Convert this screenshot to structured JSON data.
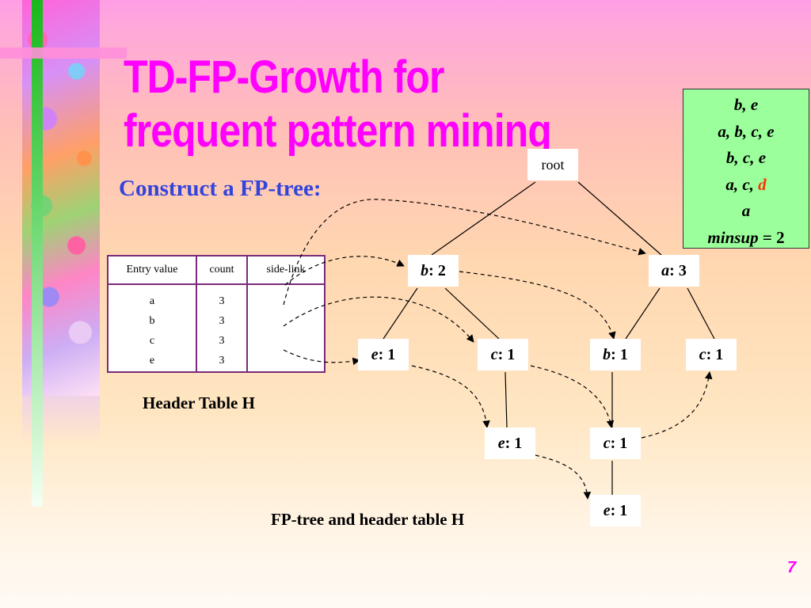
{
  "slide": {
    "title": "TD-FP-Growth for frequent pattern mining",
    "subtitle": "Construct a FP-tree:",
    "page_number": "7",
    "title_color": "#ff00ff",
    "subtitle_color": "#3344dd"
  },
  "transactions": {
    "lines": [
      "b, e",
      "a, b, c, e",
      "b, c, e",
      "a, c, ",
      "a"
    ],
    "highlight_item": "d",
    "highlight_color": "#ff3300",
    "minsup_label": "minsup",
    "minsup_value": " = 2"
  },
  "header_table": {
    "columns": [
      "Entry value",
      "count",
      "side-link"
    ],
    "entries": [
      "a",
      "b",
      "c",
      "e"
    ],
    "counts": [
      "3",
      "3",
      "3",
      "3"
    ],
    "caption": "Header Table H"
  },
  "tree": {
    "root": "root",
    "nodes": {
      "b2": {
        "item": "b",
        "count": ": 2"
      },
      "a3": {
        "item": "a",
        "count": ": 3"
      },
      "e1_left": {
        "item": "e",
        "count": ": 1"
      },
      "c1_mid": {
        "item": "c",
        "count": ": 1"
      },
      "b1": {
        "item": "b",
        "count": ": 1"
      },
      "c1_right": {
        "item": "c",
        "count": ": 1"
      },
      "e1_mid": {
        "item": "e",
        "count": ": 1"
      },
      "c1_low": {
        "item": "c",
        "count": ": 1"
      },
      "e1_bottom": {
        "item": "e",
        "count": ": 1"
      }
    },
    "caption": "FP-tree and header table H"
  }
}
